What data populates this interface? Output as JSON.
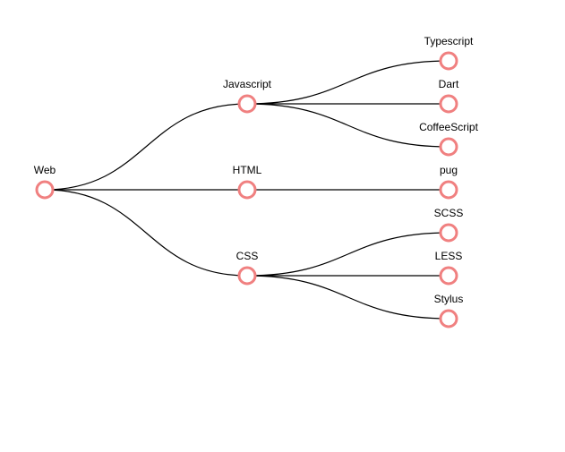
{
  "tree": {
    "colors": {
      "node_stroke": "#f08080",
      "node_fill": "#ffffff",
      "link": "#000000"
    },
    "root": {
      "name": "Web",
      "children": [
        {
          "name": "Javascript",
          "children": [
            {
              "name": "Typescript"
            },
            {
              "name": "Dart"
            },
            {
              "name": "CoffeeScript"
            }
          ]
        },
        {
          "name": "HTML",
          "children": [
            {
              "name": "pug"
            }
          ]
        },
        {
          "name": "CSS",
          "children": [
            {
              "name": "SCSS"
            },
            {
              "name": "LESS"
            },
            {
              "name": "Stylus"
            }
          ]
        }
      ]
    }
  }
}
